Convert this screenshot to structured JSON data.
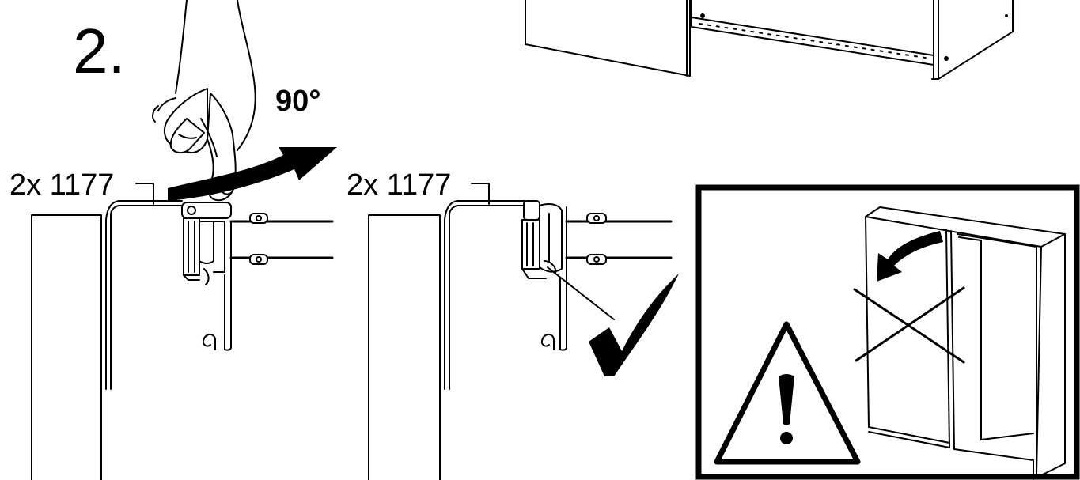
{
  "step": {
    "number": "2."
  },
  "rotation": {
    "angle_label": "90°"
  },
  "callouts": [
    {
      "text": "2x 1177"
    },
    {
      "text": "2x 1177"
    }
  ],
  "icons": {
    "hand": "hand-icon",
    "rotate_arrow": "rotate-arrow-icon",
    "checkmark": "checkmark-icon",
    "warning": "warning-icon",
    "cross": "cross-icon"
  },
  "colors": {
    "ink": "#000000",
    "paper": "#ffffff"
  }
}
